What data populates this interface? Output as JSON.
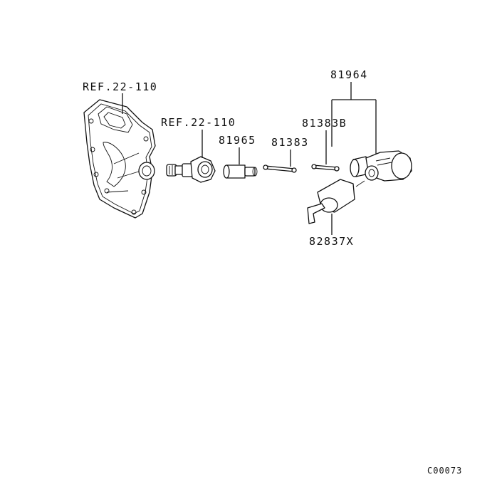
{
  "labels": {
    "ref_housing": "REF.22-110",
    "ref_valve": "REF.22-110",
    "part_81965": "81965",
    "part_81383": "81383",
    "part_81383b": "81383B",
    "part_81964": "81964",
    "part_82837x": "82837X"
  },
  "figure_code": "C00073"
}
